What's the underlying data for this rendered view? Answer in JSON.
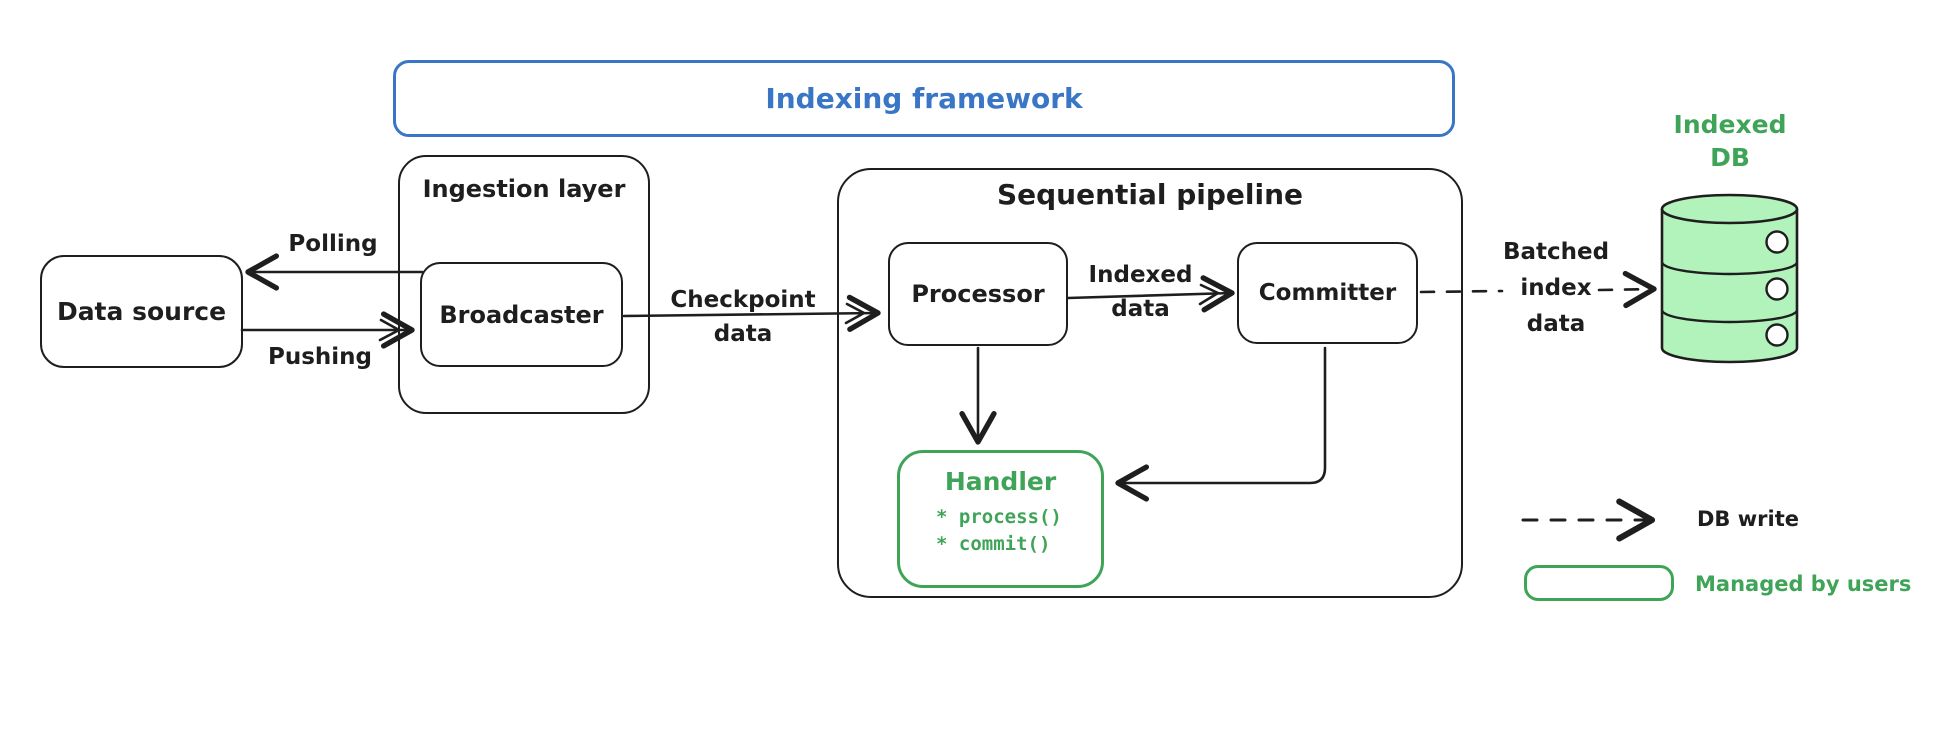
{
  "title": "Indexing framework",
  "colors": {
    "stroke_black": "#1e1e1e",
    "accent_blue": "#3a76c6",
    "accent_green": "#3fa458",
    "db_fill_green": "#b2f2bb",
    "background": "#ffffff"
  },
  "nodes": {
    "data_source": "Data source",
    "ingestion_layer": "Ingestion layer",
    "broadcaster": "Broadcaster",
    "sequential_pipeline": "Sequential pipeline",
    "processor": "Processor",
    "committer": "Committer",
    "handler": {
      "title": "Handler",
      "methods": [
        "* process()",
        "* commit()"
      ]
    },
    "indexed_db": {
      "line1": "Indexed",
      "line2": "DB"
    }
  },
  "edge_labels": {
    "polling": "Polling",
    "pushing": "Pushing",
    "checkpoint": {
      "line1": "Checkpoint",
      "line2": "data"
    },
    "indexed": {
      "line1": "Indexed",
      "line2": "data"
    },
    "batched": {
      "line1": "Batched",
      "line2": "index",
      "line3": "data"
    }
  },
  "legend": {
    "db_write": "DB write",
    "managed_by_users": "Managed by users"
  }
}
